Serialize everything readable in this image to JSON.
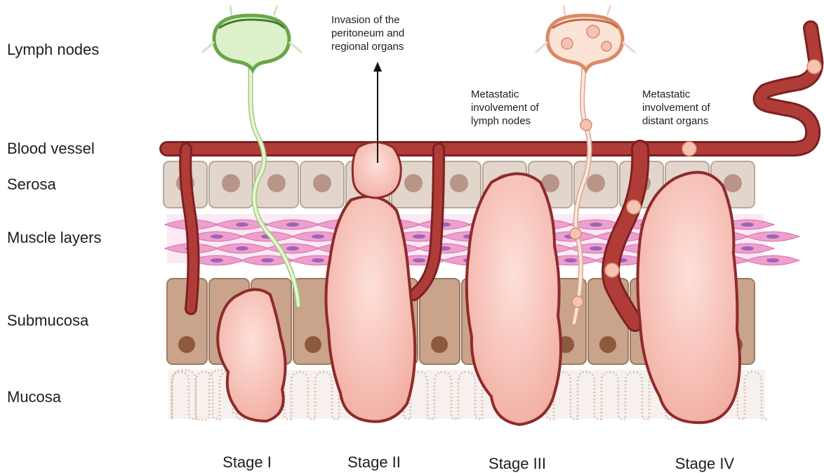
{
  "layer_labels": {
    "lymph_nodes": "Lymph nodes",
    "blood_vessel": "Blood vessel",
    "serosa": "Serosa",
    "muscle_layers": "Muscle layers",
    "submucosa": "Submucosa",
    "mucosa": "Mucosa"
  },
  "stage_labels": {
    "stage1": "Stage I",
    "stage2": "Stage II",
    "stage3": "Stage III",
    "stage4": "Stage IV"
  },
  "annotations": {
    "invasion": [
      "Invasion of the",
      "peritoneum and",
      "regional organs"
    ],
    "lymph_metastasis": [
      "Metastatic",
      "involvement of",
      "lymph nodes"
    ],
    "distant_metastasis": [
      "Metastatic",
      "involvement of",
      "distant organs"
    ]
  },
  "colors": {
    "vessel": "#a3302f",
    "vessel_dark": "#7d2020",
    "tumor": "#f7c2ba",
    "tumor_outline": "#8e2b2b",
    "serosa_cell": "#e2d5cc",
    "serosa_nucleus": "#b99488",
    "submucosa_cell": "#c9a38a",
    "submucosa_nucleus": "#8d5a3e",
    "muscle": "#ee9fcd",
    "muscle_nucleus": "#9a65b8",
    "mucosa": "#f5eeea",
    "lymph_healthy": "#dcf0c9",
    "lymph_healthy_outline": "#6aa54a",
    "lymph_meta": "#fbe3d6",
    "lymph_meta_outline": "#d98a68"
  }
}
